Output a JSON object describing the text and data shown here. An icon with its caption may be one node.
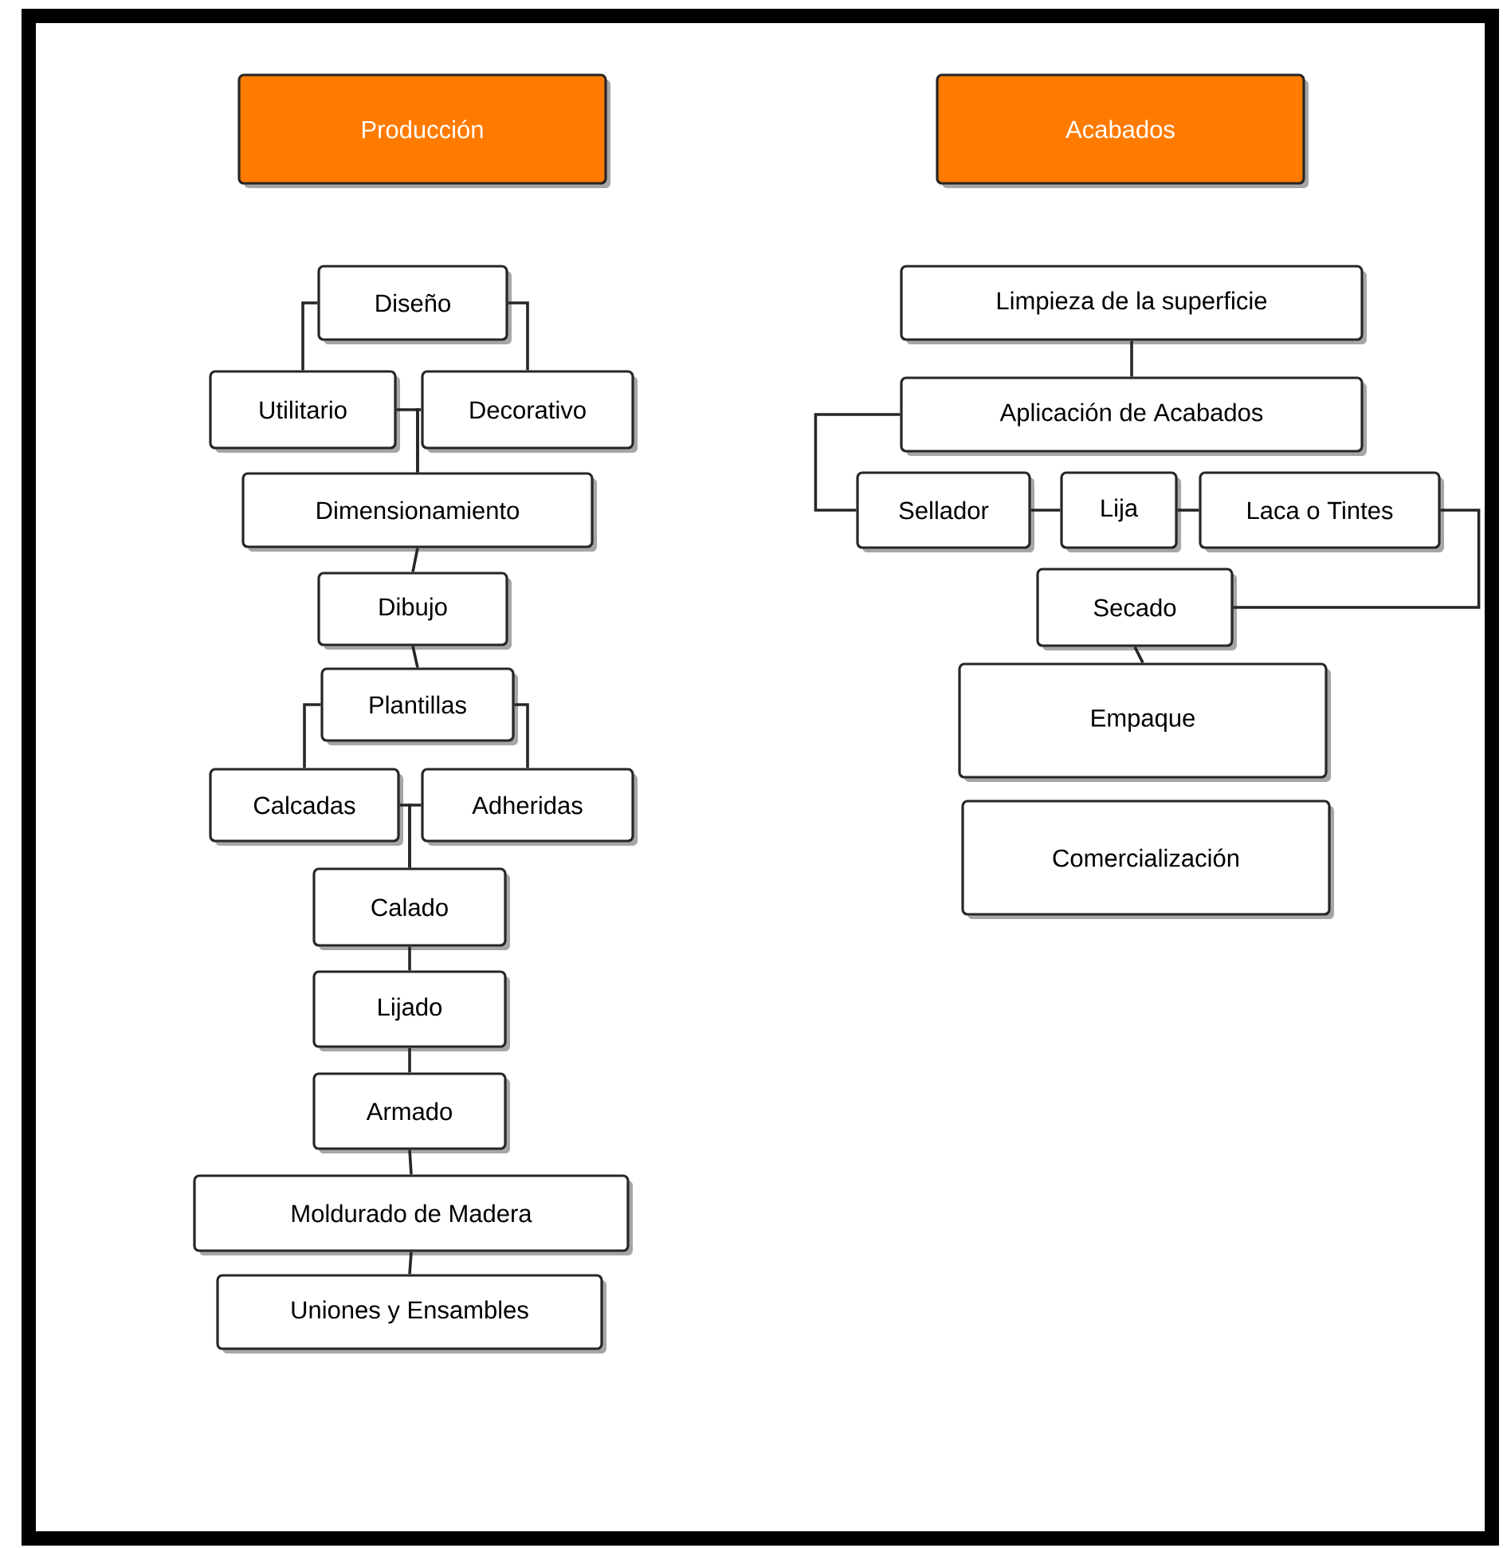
{
  "diagram": {
    "nodes": [
      {
        "text": [
          "Producción"
        ]
      },
      {
        "text": [
          "Acabados"
        ]
      },
      {
        "text": [
          "Diseño"
        ]
      },
      {
        "text": [
          "Utilitario"
        ]
      },
      {
        "text": [
          "Decorativo"
        ]
      },
      {
        "text": [
          "Dimensionamiento"
        ]
      },
      {
        "text": [
          "Dibujo"
        ]
      },
      {
        "text": [
          "Plantillas"
        ]
      },
      {
        "text": [
          "Calcadas"
        ]
      },
      {
        "text": [
          "Adheridas"
        ]
      },
      {
        "text": [
          "Calado"
        ]
      },
      {
        "text": [
          "Lijado"
        ]
      },
      {
        "text": [
          "Armado"
        ]
      },
      {
        "text": [
          "Moldurado de Madera"
        ]
      },
      {
        "text": [
          "Uniones y Ensambles"
        ]
      },
      {
        "text": [
          "Limpieza de la superficie"
        ]
      },
      {
        "text": [
          "Aplicación de Acabados"
        ]
      },
      {
        "text": [
          "Sellador"
        ]
      },
      {
        "text": [
          "Lija"
        ]
      },
      {
        "text": [
          "Laca o Tintes"
        ]
      },
      {
        "text": [
          "Secado"
        ]
      },
      {
        "text": [
          "Empaque"
        ]
      },
      {
        "text": [
          "Comercialización"
        ]
      }
    ],
    "edges": [
      {
        "from": 2,
        "to": 3,
        "arrow": "none"
      },
      {
        "from": 2,
        "to": 4,
        "arrow": "none"
      },
      {
        "from": 3,
        "to": 5,
        "arrow": "none"
      },
      {
        "from": 4,
        "to": 5,
        "arrow": "none"
      },
      {
        "from": 5,
        "to": 6,
        "arrow": "none"
      },
      {
        "from": 6,
        "to": 7,
        "arrow": "none"
      },
      {
        "from": 7,
        "to": 8,
        "arrow": "none"
      },
      {
        "from": 7,
        "to": 9,
        "arrow": "none"
      },
      {
        "from": 8,
        "to": 10,
        "arrow": "none"
      },
      {
        "from": 9,
        "to": 10,
        "arrow": "none"
      },
      {
        "from": 10,
        "to": 11,
        "arrow": "none"
      },
      {
        "from": 11,
        "to": 12,
        "arrow": "none"
      },
      {
        "from": 12,
        "to": 13,
        "arrow": "none"
      },
      {
        "from": 13,
        "to": 14,
        "arrow": "none"
      },
      {
        "from": 15,
        "to": 16,
        "arrow": "none"
      },
      {
        "from": 16,
        "to": 17,
        "arrow": "none"
      },
      {
        "from": 17,
        "to": 18,
        "arrow": "none"
      },
      {
        "from": 18,
        "to": 19,
        "arrow": "none"
      },
      {
        "from": 19,
        "to": 20,
        "arrow": "none"
      },
      {
        "from": 20,
        "to": 21,
        "arrow": "none"
      }
    ]
  }
}
